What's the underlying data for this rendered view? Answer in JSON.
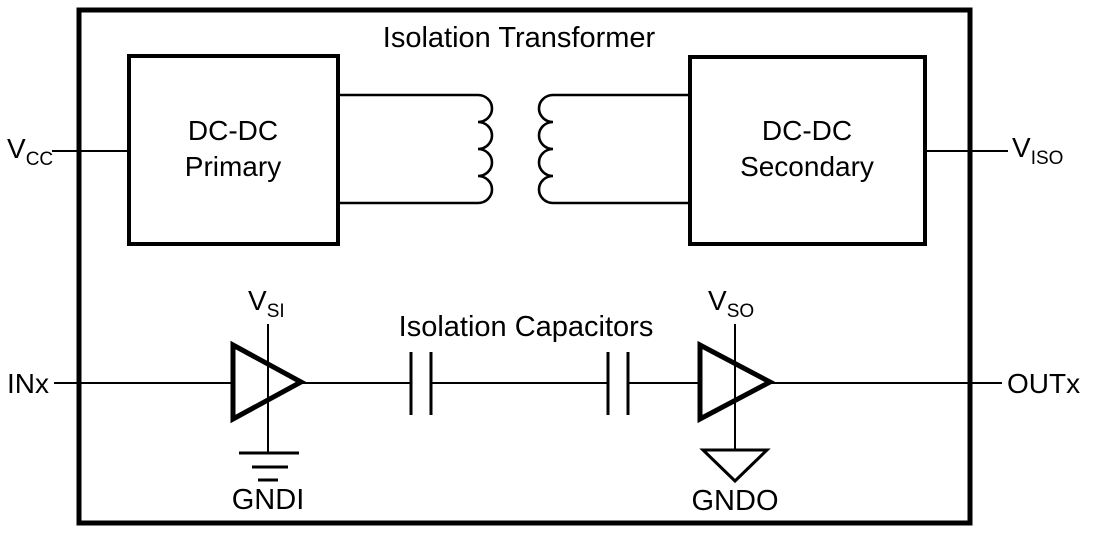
{
  "diagram": {
    "title": "Isolation Transformer",
    "isolation_capacitors_label": "Isolation Capacitors",
    "blocks": {
      "primary": {
        "line1": "DC-DC",
        "line2": "Primary"
      },
      "secondary": {
        "line1": "DC-DC",
        "line2": "Secondary"
      }
    },
    "pins": {
      "vcc": {
        "name": "V",
        "sub": "CC"
      },
      "viso": {
        "name": "V",
        "sub": "ISO"
      },
      "vsi": {
        "name": "V",
        "sub": "SI"
      },
      "vso": {
        "name": "V",
        "sub": "SO"
      },
      "input": "INx",
      "output": "OUTx",
      "gnd_input": "GNDI",
      "gnd_output": "GNDO"
    },
    "colors": {
      "line": "#000000",
      "background": "#ffffff"
    }
  }
}
